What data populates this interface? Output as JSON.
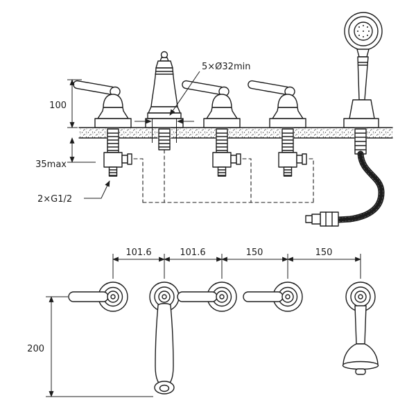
{
  "page": {
    "background": "#ffffff",
    "line_color": "#1c1c1c"
  },
  "elevation": {
    "dim_height": "100",
    "dim_deck_max": "35max",
    "hole_spec": "5×Ø32min",
    "inlet_spec": "2×G1/2"
  },
  "plan": {
    "spacings": [
      "101.6",
      "101.6",
      "150",
      "150"
    ],
    "dim_reach": "200"
  }
}
